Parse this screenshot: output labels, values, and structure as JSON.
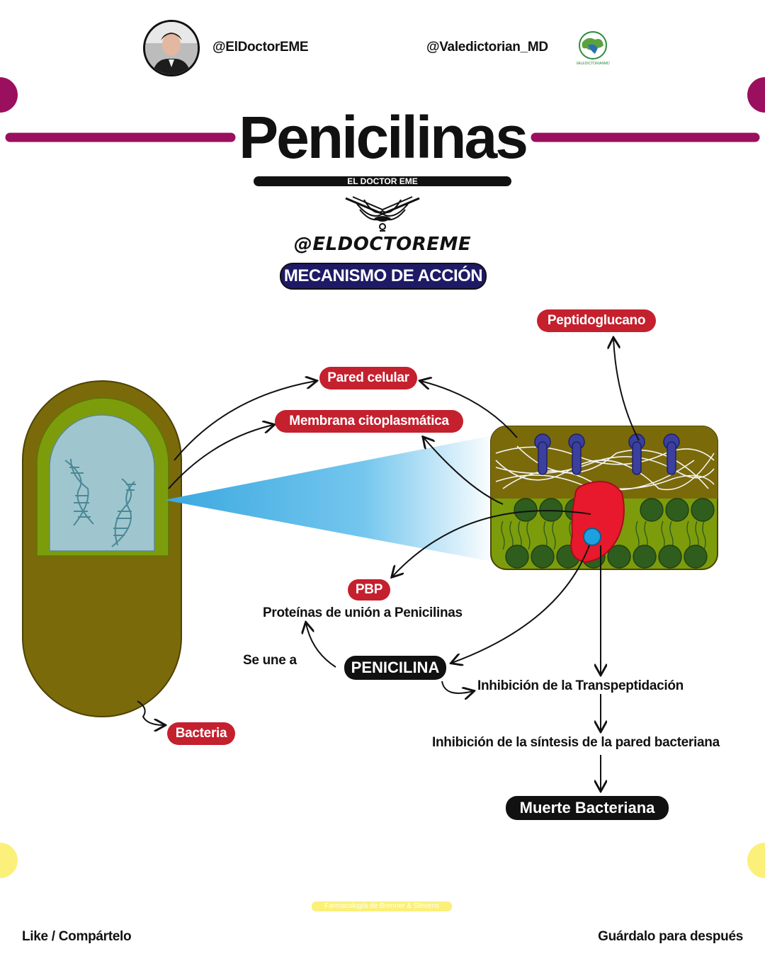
{
  "header": {
    "handle_left": "@ElDoctorEME",
    "handle_right": "@Valedictorian_MD",
    "right_logo_text": "VALEDICTORIANMD"
  },
  "title": "Penicilinas",
  "subtitle_bar": "EL DOCTOR EME",
  "stylized_handle": "@ELDOCTOREME",
  "section_title": "MECANISMO DE ACCIÓN",
  "labels": {
    "peptidoglucano": "Peptidoglucano",
    "pared_celular": "Pared celular",
    "membrana": "Membrana citoplasmática",
    "pbp": "PBP",
    "pbp_full": "Proteínas de unión a Penicilinas",
    "se_une_a": "Se une a",
    "penicilina": "PENICILINA",
    "inhibicion_transpeptidacion": "Inhibición de la Transpeptidación",
    "inhibicion_sintesis": "Inhibición de la síntesis de la pared bacteriana",
    "muerte": "Muerte Bacteriana",
    "bacteria": "Bacteria"
  },
  "footer": {
    "left": "Like / Compártelo",
    "right": "Guárdalo para después",
    "credit": "Farmacología de Brenner & Stevens"
  },
  "colors": {
    "magenta": "#9b0f5f",
    "yellow": "#fbf07a",
    "navy": "#1e1a66",
    "red_label": "#c4202e",
    "olive": "#7a6a0a",
    "green": "#7d9c0c",
    "cell_interior": "#9fc6cf",
    "cone": "#4cb3e6",
    "pbp_red": "#e8192c",
    "lipid": "#2e5d1e",
    "protein": "#3b3f9e"
  }
}
